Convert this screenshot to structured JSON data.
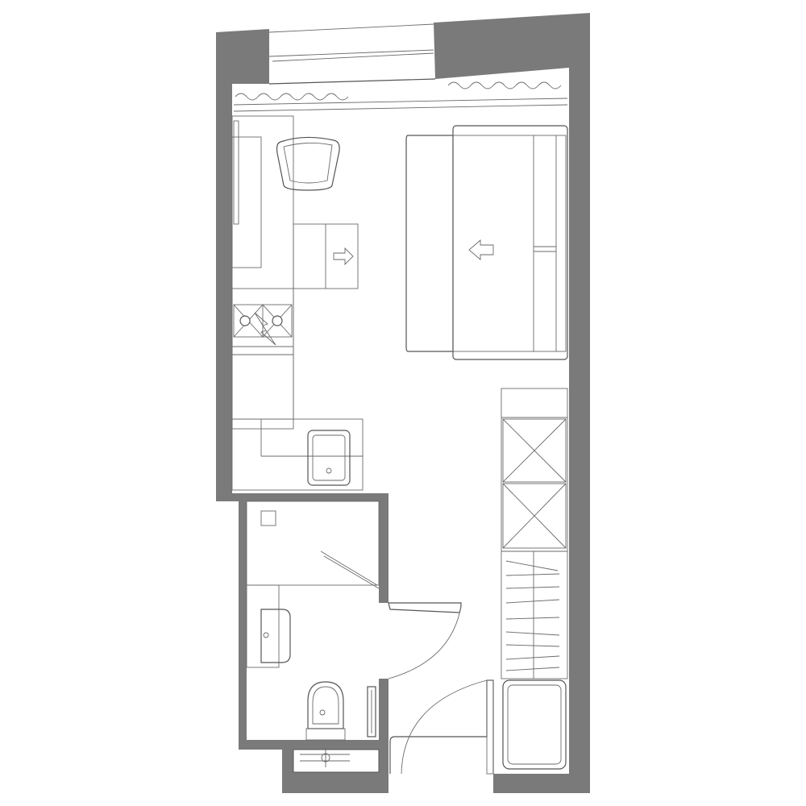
{
  "plan": {
    "type": "studio apartment floor plan",
    "colors": {
      "wall": "#7a7a7a",
      "line": "#555555",
      "background": "#ffffff"
    },
    "elements": [
      "window",
      "curtains",
      "desk",
      "office-chair",
      "kitchen-counter",
      "stove-burners",
      "sink",
      "sofa-bed",
      "wardrobe",
      "storage-shelves",
      "shower",
      "washbasin",
      "toilet",
      "radiator",
      "entry-door",
      "bathroom-door"
    ]
  }
}
